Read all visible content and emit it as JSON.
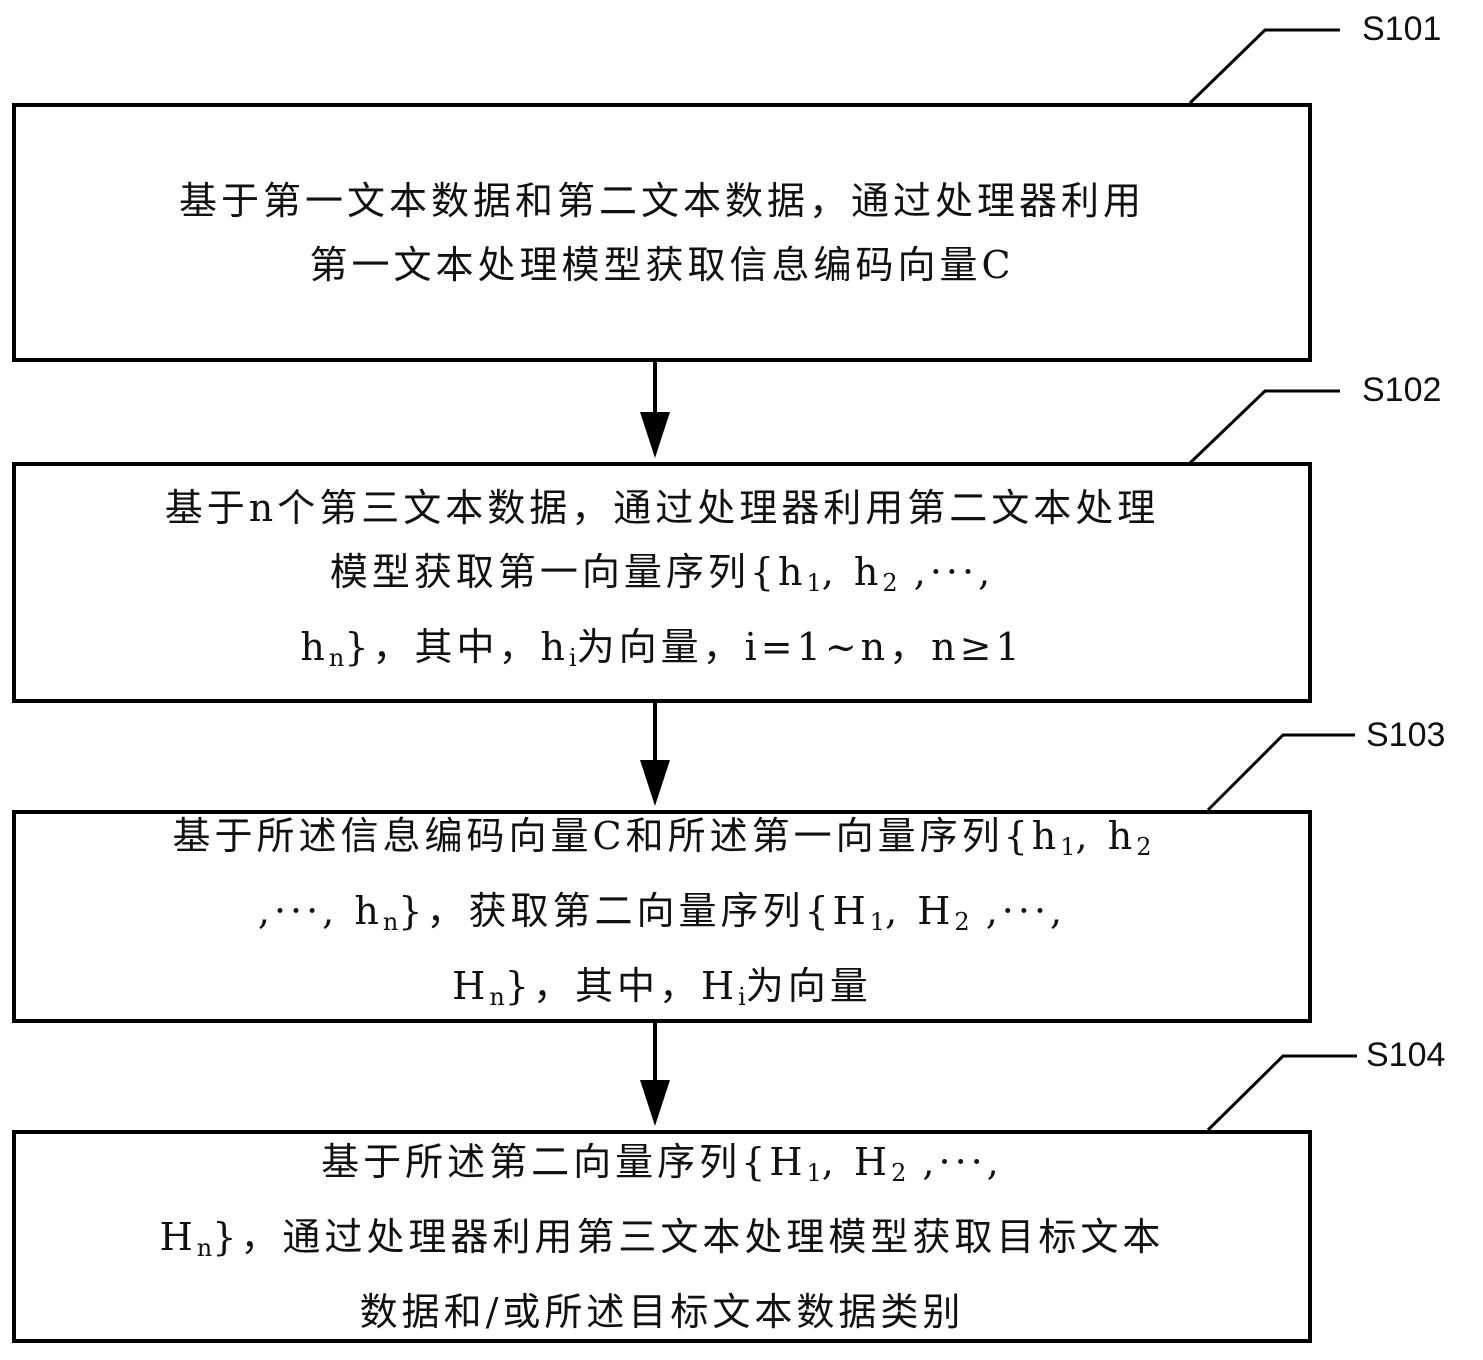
{
  "diagram": {
    "type": "flowchart",
    "steps": [
      {
        "id": "S101",
        "label": "S101",
        "lines": [
          [
            {
              "t": "基于第一文本数据和第二文本数据，通过处理器利用"
            }
          ],
          [
            {
              "t": "第一文本处理模型获取信息编码向量C"
            }
          ]
        ]
      },
      {
        "id": "S102",
        "label": "S102",
        "lines": [
          [
            {
              "t": "基于n个第三文本数据，通过处理器利用第二文本处理"
            }
          ],
          [
            {
              "t": "模型获取第一向量序列{h"
            },
            {
              "sub": "1"
            },
            {
              "t": ", h"
            },
            {
              "sub": "2"
            },
            {
              "t": " ,···,"
            }
          ],
          [
            {
              "t": "h"
            },
            {
              "sub": "n"
            },
            {
              "t": "}，其中，h"
            },
            {
              "sub": "i"
            },
            {
              "t": "为向量，i=1~n，n≥1"
            }
          ]
        ]
      },
      {
        "id": "S103",
        "label": "S103",
        "lines": [
          [
            {
              "t": "基于所述信息编码向量C和所述第一向量序列{h"
            },
            {
              "sub": "1"
            },
            {
              "t": ", h"
            },
            {
              "sub": "2"
            }
          ],
          [
            {
              "t": ",···, h"
            },
            {
              "sub": "n"
            },
            {
              "t": "}，获取第二向量序列{H"
            },
            {
              "sub": "1"
            },
            {
              "t": ", H"
            },
            {
              "sub": "2"
            },
            {
              "t": " ,···,"
            }
          ],
          [
            {
              "t": "H"
            },
            {
              "sub": "n"
            },
            {
              "t": "}，其中，H"
            },
            {
              "sub": "i"
            },
            {
              "t": "为向量"
            }
          ]
        ]
      },
      {
        "id": "S104",
        "label": "S104",
        "lines": [
          [
            {
              "t": "基于所述第二向量序列{H"
            },
            {
              "sub": "1"
            },
            {
              "t": ", H"
            },
            {
              "sub": "2"
            },
            {
              "t": " ,···,"
            }
          ],
          [
            {
              "t": "H"
            },
            {
              "sub": "n"
            },
            {
              "t": "}，通过处理器利用第三文本处理模型获取目标文本"
            }
          ],
          [
            {
              "t": "数据和/或所述目标文本数据类别"
            }
          ]
        ]
      }
    ],
    "edges": [
      {
        "from": "S101",
        "to": "S102"
      },
      {
        "from": "S102",
        "to": "S103"
      },
      {
        "from": "S103",
        "to": "S104"
      }
    ],
    "colors": {
      "stroke": "#000000",
      "text": "#111111",
      "background": "#ffffff"
    }
  }
}
